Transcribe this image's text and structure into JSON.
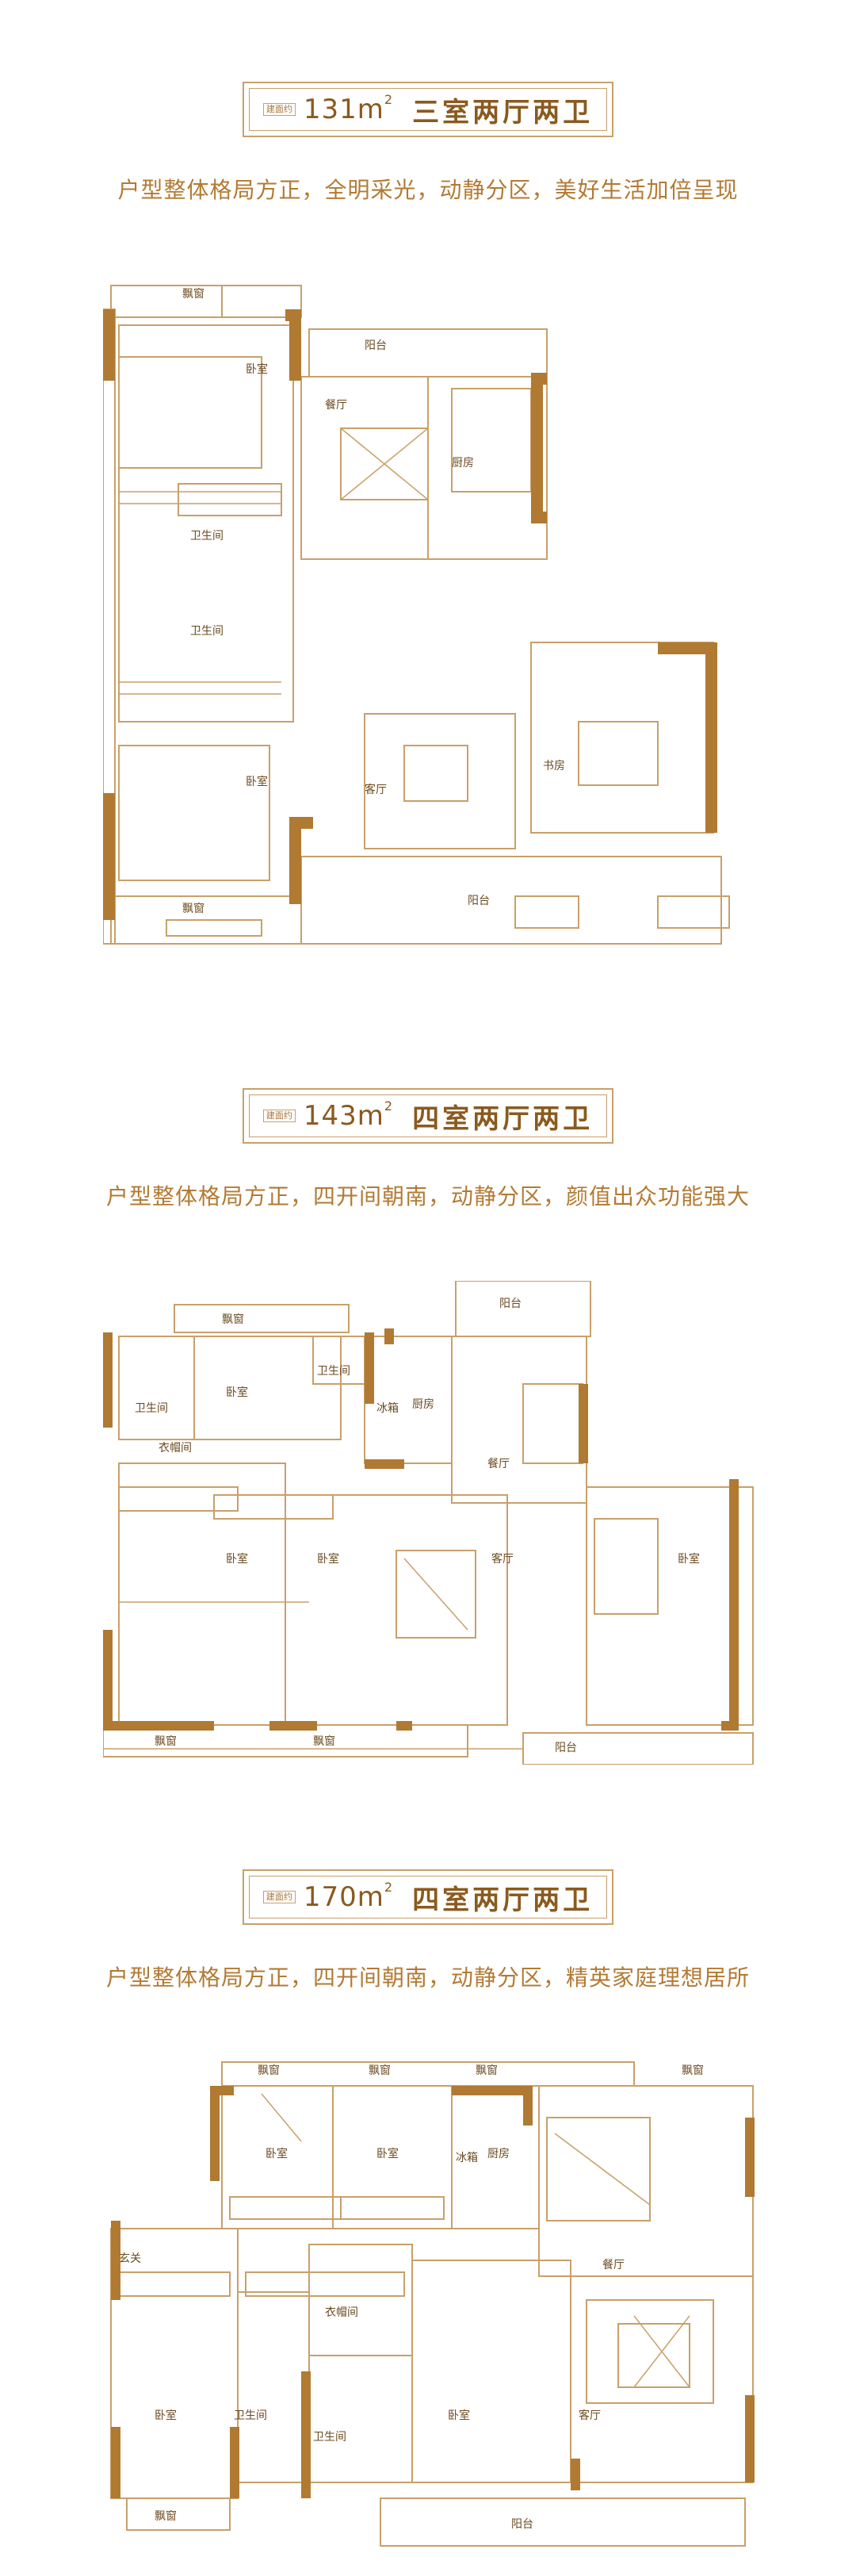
{
  "plans": [
    {
      "badge": "建面约",
      "area": "131m",
      "area_sup": "2",
      "layout": "三室两厅两卫",
      "description": "户型整体格局方正，全明采光，动静分区，美好生活加倍呈现",
      "rooms": {
        "bay1": "飘窗",
        "bed1": "卧室",
        "balcony1": "阳台",
        "dining": "餐厅",
        "kitchen": "厨房",
        "bath1": "卫生间",
        "bath2": "卫生间",
        "living": "客厅",
        "study": "书房",
        "bed2": "卧室",
        "bay2": "飘窗",
        "balcony2": "阳台"
      }
    },
    {
      "badge": "建面约",
      "area": "143m",
      "area_sup": "2",
      "layout": "四室两厅两卫",
      "description": "户型整体格局方正，四开间朝南，动静分区，颜值出众功能强大",
      "rooms": {
        "bay1": "飘窗",
        "bath1": "卫生间",
        "balcony1": "阳台",
        "bath2": "卫生间",
        "bed1": "卧室",
        "fridge": "冰箱",
        "kitchen": "厨房",
        "dining": "餐厅",
        "closet": "衣帽间",
        "bed2": "卧室",
        "bed3": "卧室",
        "living": "客厅",
        "bed4": "卧室",
        "bay2": "飘窗",
        "bay3": "飘窗",
        "balcony2": "阳台"
      }
    },
    {
      "badge": "建面约",
      "area": "170m",
      "area_sup": "2",
      "layout": "四室两厅两卫",
      "description": "户型整体格局方正，四开间朝南，动静分区，精英家庭理想居所",
      "rooms": {
        "bay1": "飘窗",
        "bay2": "飘窗",
        "bay3": "飘窗",
        "bay4": "飘窗",
        "bed1": "卧室",
        "bed2": "卧室",
        "fridge": "冰箱",
        "kitchen": "厨房",
        "dining": "餐厅",
        "foyer": "玄关",
        "closet": "衣帽间",
        "bed3": "卧室",
        "bath1": "卫生间",
        "bath2": "卫生间",
        "bed4": "卧室",
        "living": "客厅",
        "bay5": "飘窗",
        "balcony": "阳台"
      }
    }
  ],
  "colors": {
    "wall": "#b07a33",
    "line": "#c9a06a",
    "text": "#8a5a1e",
    "accent": "#b37a33"
  }
}
